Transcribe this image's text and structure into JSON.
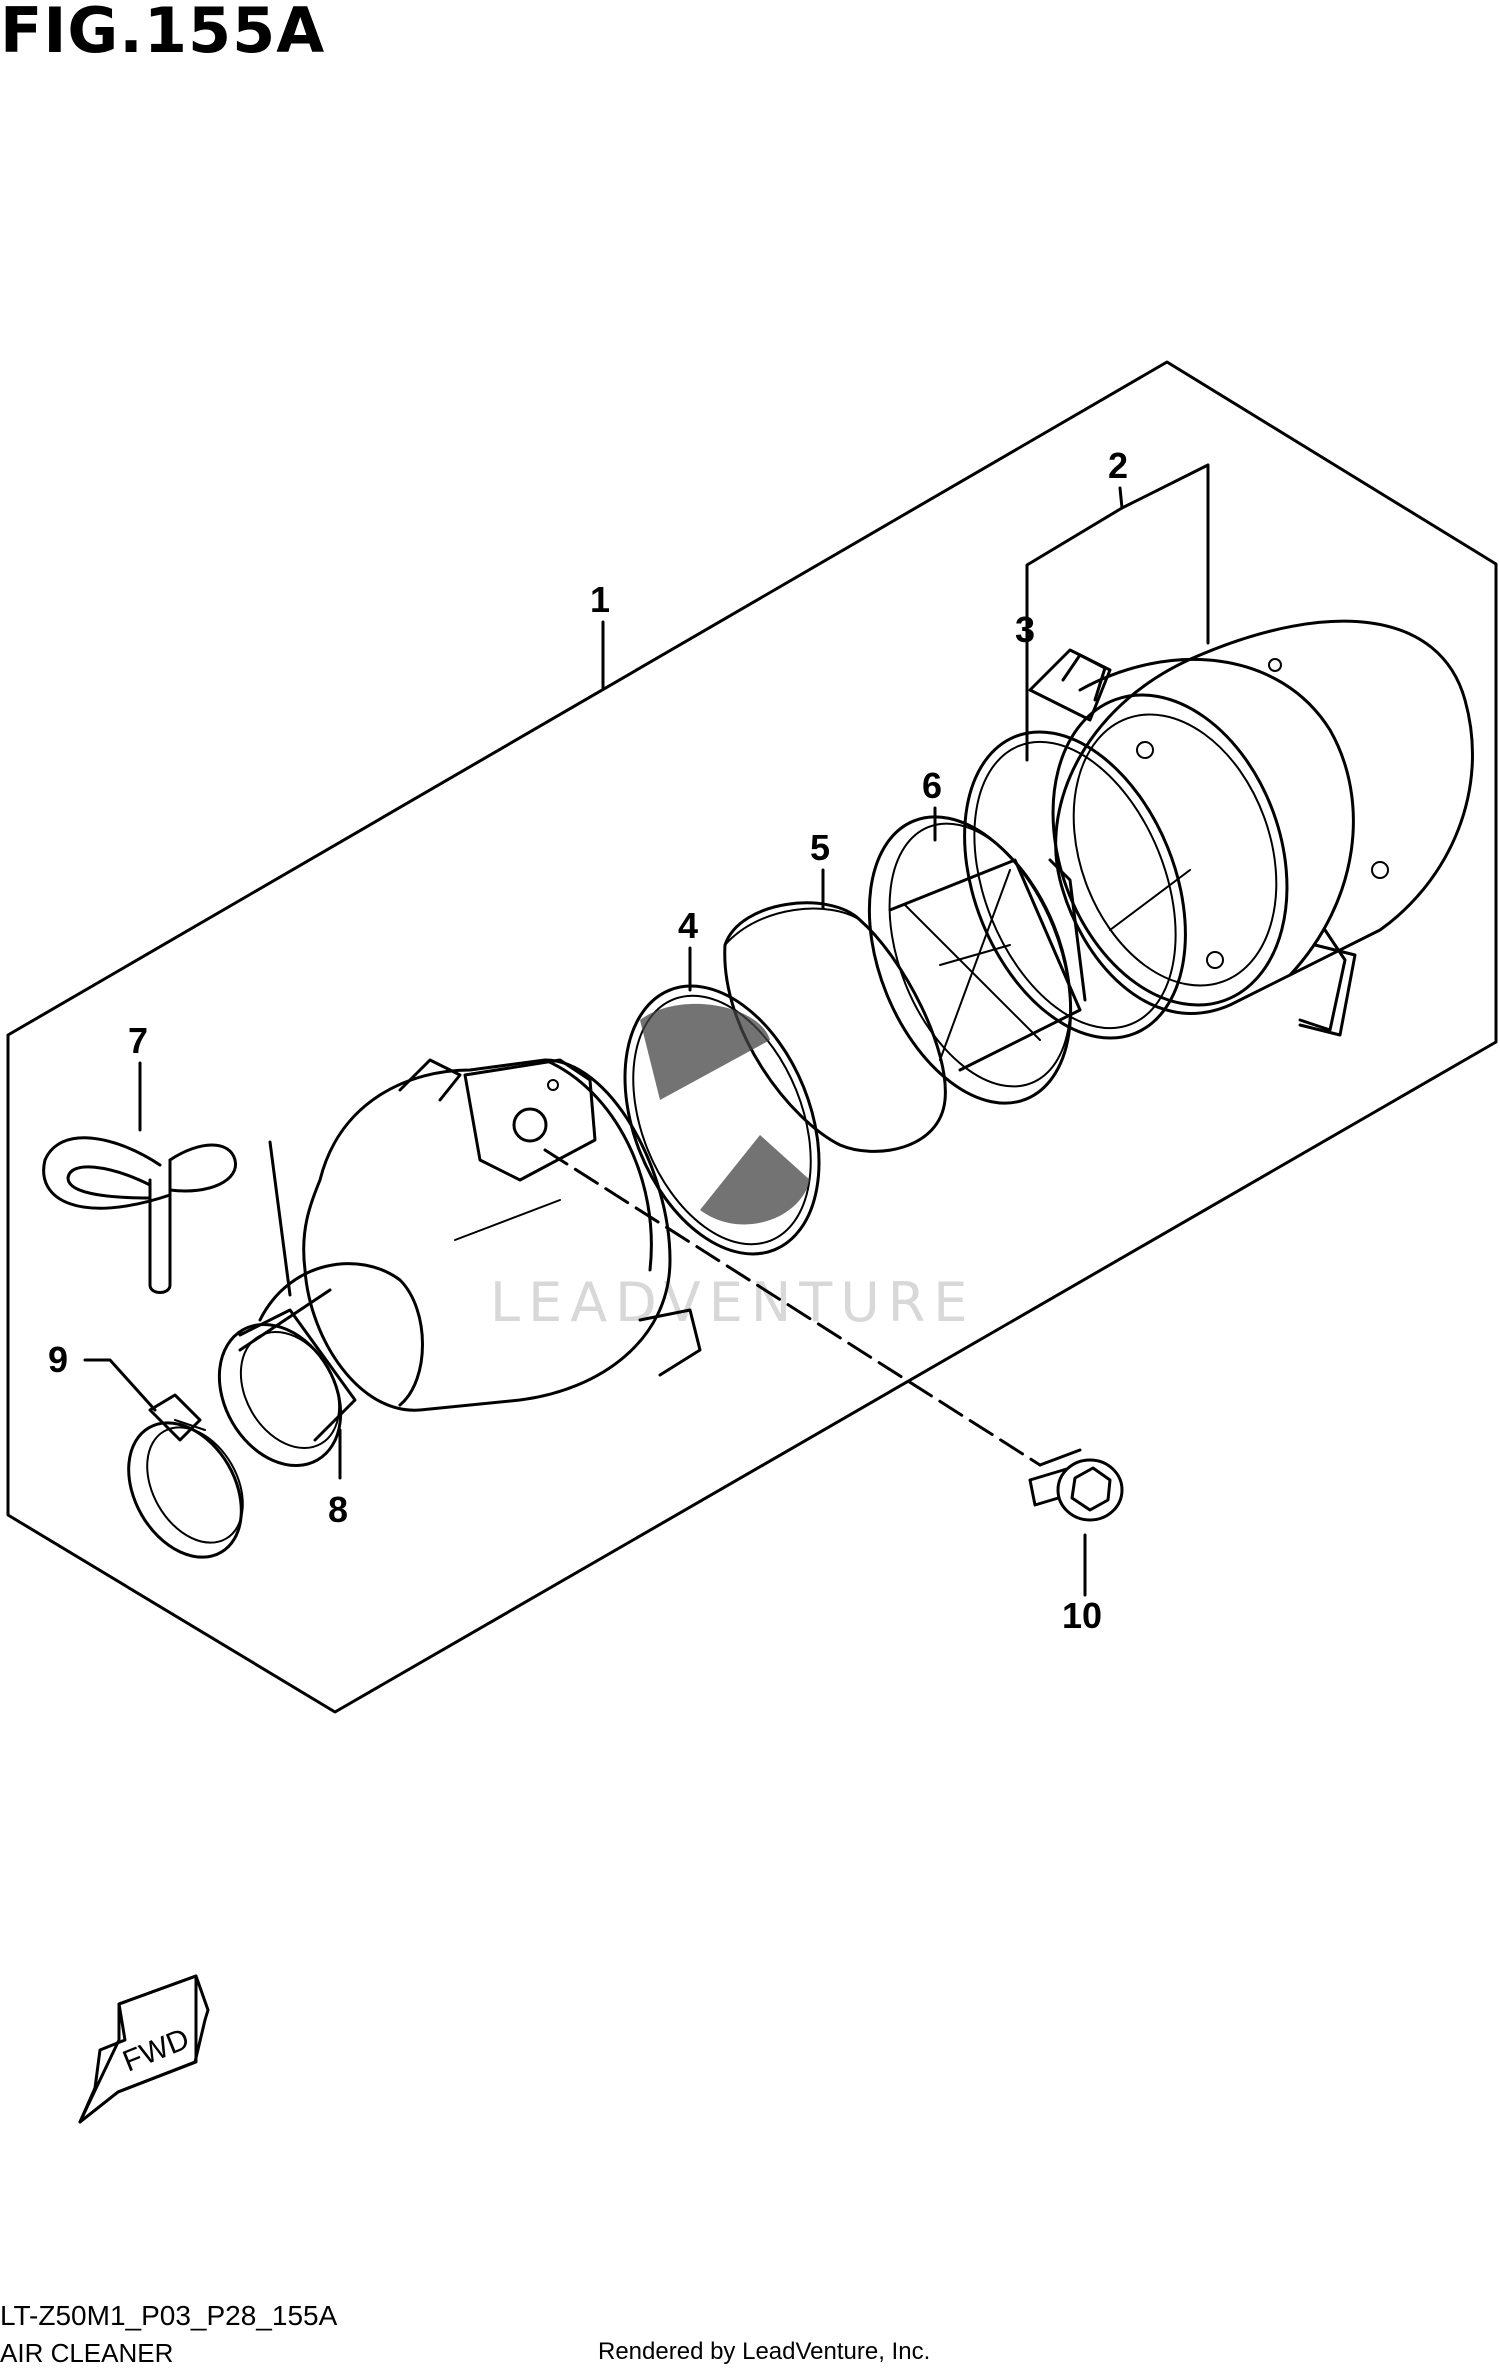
{
  "figure": {
    "title": "FIG.155A",
    "code": "LT-Z50M1_P03_P28_155A",
    "name": "AIR CLEANER",
    "rendered_by": "Rendered by LeadVenture, Inc.",
    "watermark": "LEADVENTURE",
    "fwd_label": "FWD"
  },
  "callouts": [
    {
      "id": "1",
      "label": "1"
    },
    {
      "id": "2",
      "label": "2"
    },
    {
      "id": "3",
      "label": "3"
    },
    {
      "id": "4",
      "label": "4"
    },
    {
      "id": "5",
      "label": "5"
    },
    {
      "id": "6",
      "label": "6"
    },
    {
      "id": "7",
      "label": "7"
    },
    {
      "id": "8",
      "label": "8"
    },
    {
      "id": "9",
      "label": "9"
    },
    {
      "id": "10",
      "label": "10"
    }
  ],
  "colors": {
    "line": "#000000",
    "background": "#ffffff",
    "watermark": "#d8d8d8"
  }
}
